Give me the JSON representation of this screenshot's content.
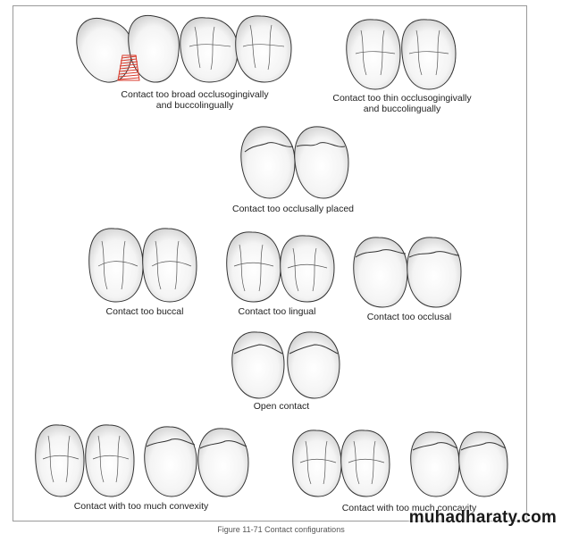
{
  "figure": {
    "panels": [
      {
        "id": "broad",
        "caption": [
          "Contact too broad occlusogingivally",
          "and buccolingually"
        ]
      },
      {
        "id": "thin",
        "caption": [
          "Contact too thin occlusogingivally",
          "and buccolingually"
        ]
      },
      {
        "id": "occlusally-placed",
        "caption": [
          "Contact too occlusally placed"
        ]
      },
      {
        "id": "buccal",
        "caption": [
          "Contact too buccal"
        ]
      },
      {
        "id": "lingual",
        "caption": [
          "Contact too lingual"
        ]
      },
      {
        "id": "occlusal",
        "caption": [
          "Contact too occlusal"
        ]
      },
      {
        "id": "open",
        "caption": [
          "Open contact"
        ]
      },
      {
        "id": "convexity",
        "caption": [
          "Contact with too much convexity"
        ]
      },
      {
        "id": "concavity",
        "caption": [
          "Contact with too much concavity"
        ]
      }
    ],
    "footer_title": "Figure 11-71 Contact configurations"
  },
  "watermark": "muhadharaty.com",
  "colors": {
    "contact_highlight": "#d93a2b",
    "outline": "#333333",
    "frame": "#9a9a9a"
  }
}
